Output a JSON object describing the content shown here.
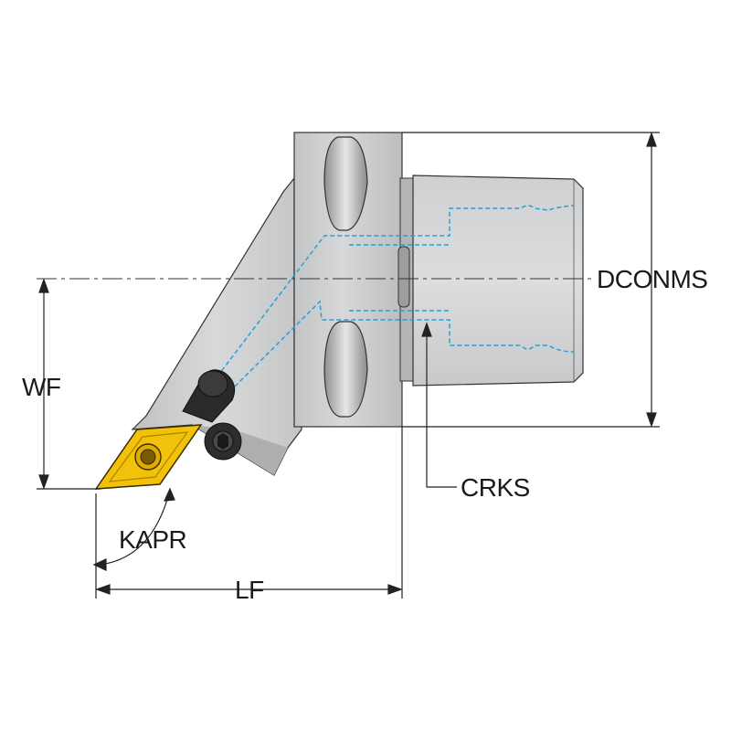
{
  "labels": {
    "dconms": "DCONMS",
    "wf": "WF",
    "crks": "CRKS",
    "kapr": "KAPR",
    "lf": "LF"
  },
  "colors": {
    "body_gray": "#c9cacc",
    "shank_gray": "#d3d4d6",
    "insert_yellow": "#f2c20a",
    "coolant_blue": "#2a9fd6",
    "line_dark": "#222222"
  }
}
